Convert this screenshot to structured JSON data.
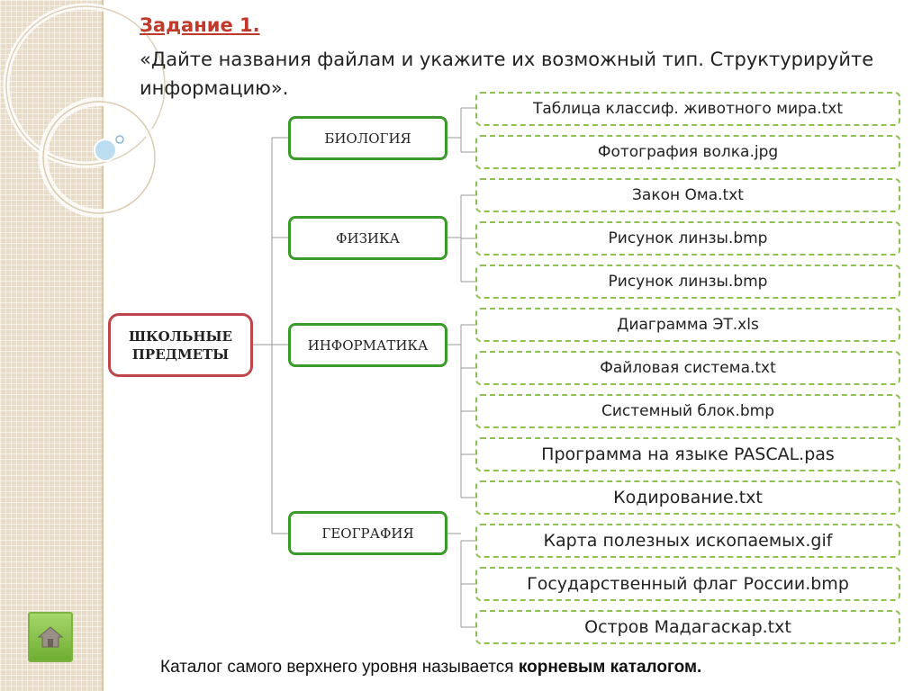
{
  "task": {
    "title": "Задание 1.",
    "text": "«Дайте названия файлам и укажите их возможный тип. Структурируйте информацию»."
  },
  "tree": {
    "root": "ШКОЛЬНЫЕ ПРЕДМЕТЫ",
    "categories": [
      {
        "label": "БИОЛОГИЯ",
        "files": [
          "Таблица классиф. животного мира.txt",
          "Фотография волка.jpg"
        ]
      },
      {
        "label": "ФИЗИКА",
        "files": [
          "Закон Ома.txt",
          "Рисунок линзы.bmp",
          "Рисунок линзы.bmp"
        ]
      },
      {
        "label": "ИНФОРМАТИКА",
        "files": [
          "Диаграмма ЭТ.xls",
          "Файловая система.txt",
          "Системный блок.bmp",
          "Программа на языке PASCAL.pas",
          "Кодирование.txt"
        ]
      },
      {
        "label": "ГЕОГРАФИЯ",
        "files": [
          "Карта полезных ископаемых.gif",
          "Государственный флаг России.bmp",
          "Остров Мадагаскар.txt"
        ]
      }
    ]
  },
  "footer": {
    "text": "Каталог самого верхнего уровня называется ",
    "bold": "корневым каталогом."
  },
  "colors": {
    "root_border": "#c0454a",
    "category_border": "#3a9a2a",
    "file_border": "#8dc252",
    "title": "#c0392b"
  },
  "icons": {
    "home_button": "home-icon"
  }
}
